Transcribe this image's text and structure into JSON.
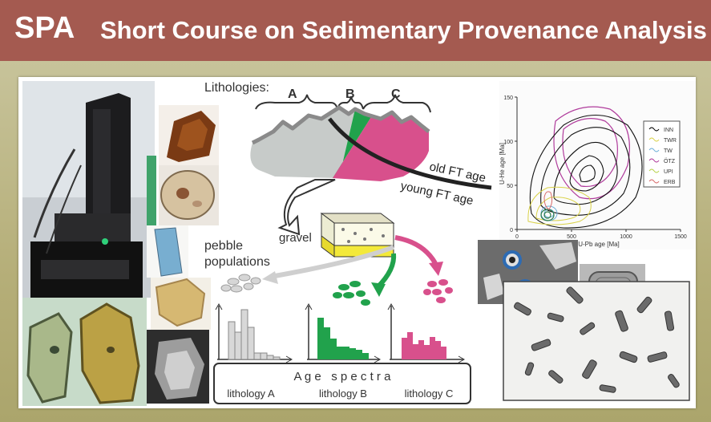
{
  "header": {
    "abbr": "SPA",
    "title": "Short Course on Sedimentary Provenance Analysis",
    "bg_color": "#a45a50"
  },
  "diagram": {
    "lithologies_label": "Lithologies:",
    "litho_letters": [
      "A",
      "B",
      "C"
    ],
    "old_ft": "old FT age",
    "young_ft": "young FT age",
    "gravel": "gravel",
    "pebble_line1": "pebble",
    "pebble_line2": "populations",
    "age_spectra": "A g e   s p e c t r a",
    "lithology_labels": [
      "lithology A",
      "lithology B",
      "lithology C"
    ],
    "colors": {
      "A": "#c7cbc9",
      "B": "#21a24c",
      "C": "#d8508c"
    }
  },
  "chart": {
    "xlabel": "U-Pb age [Ma]",
    "ylabel": "U-He age [Ma]",
    "xticks": [
      "0",
      "500",
      "1000",
      "1500"
    ],
    "yticks": [
      "0",
      "50",
      "100",
      "150"
    ],
    "legend": [
      "INN",
      "TWR",
      "TW",
      "ÖTZ",
      "UPI",
      "ERB"
    ],
    "legend_colors": [
      "#000000",
      "#d9d24a",
      "#6fb0d8",
      "#b03c9c",
      "#b7d24a",
      "#d76a6a"
    ]
  }
}
